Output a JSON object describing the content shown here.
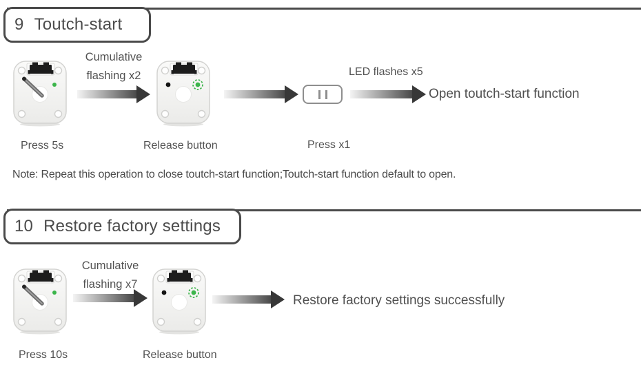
{
  "page": {
    "background": "#ffffff"
  },
  "colors": {
    "outline": "#4a4a4a",
    "text": "#4f4f4f",
    "led_green": "#3bb54a",
    "arrow_dark": "#383838",
    "device_body": "#f4f4f2"
  },
  "icons": {
    "pause_button": "pause-icon",
    "led_steady": "green-led-icon",
    "led_flashing": "green-led-flashing-icon",
    "device_pressed": "sensor-device-lever-pressed-icon",
    "device_released": "sensor-device-lever-released-icon"
  },
  "sections": [
    {
      "number": "9",
      "title": "Toutch-start",
      "flow": {
        "device1_caption": "Press 5s",
        "arrow1_label_line1": "Cumulative",
        "arrow1_label_line2": "flashing x2",
        "device2_caption": "Release button",
        "button_caption": "Press x1",
        "arrow3_label": "LED flashes x5",
        "result": "Open toutch-start function"
      },
      "note": "Note: Repeat this operation to close toutch-start function;Toutch-start function default to open."
    },
    {
      "number": "10",
      "title": "Restore factory settings",
      "flow": {
        "device1_caption": "Press 10s",
        "arrow1_label_line1": "Cumulative",
        "arrow1_label_line2": "flashing x7",
        "device2_caption": "Release button",
        "result": "Restore factory settings successfully"
      }
    }
  ]
}
